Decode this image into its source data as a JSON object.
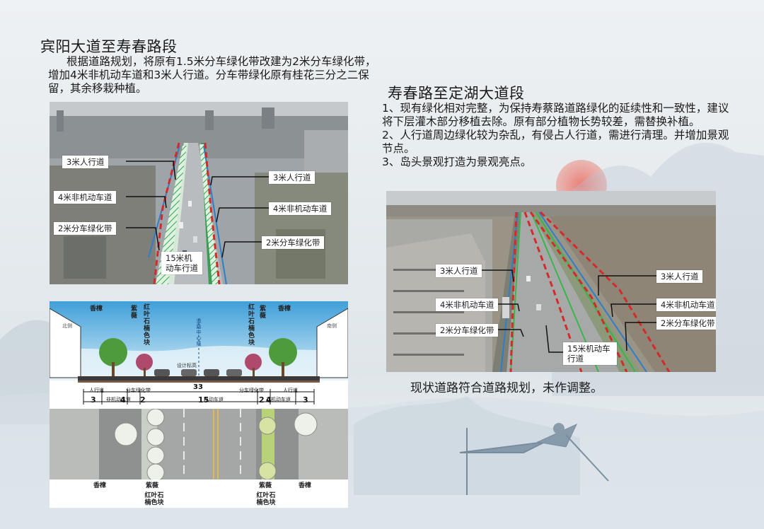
{
  "left": {
    "title": "宾阳大道至寿春路段",
    "desc": "根据道路规划，将原有1.5米分车绿化带改建为2米分车绿化带，增加4米非机动车道和3米人行道。分车带绿化原有桂花三分之二保留，其余移栽种植。",
    "photo_labels": {
      "l1": "3米人行道",
      "l2": "4米非机动车道",
      "l3": "2米分车绿化带",
      "r1": "3米人行道",
      "r2": "4米非机动车道",
      "r3": "2米分车绿化带",
      "center": "15米机动车行道"
    },
    "section": {
      "tree_left_1": "香樟",
      "tree_left_2": "紫薇",
      "tree_left_3": "红叶石楠色块",
      "center_label": "道路中心线",
      "tree_right_1": "红叶石楠色块",
      "tree_right_2": "紫薇",
      "tree_right_3": "香樟",
      "dir_left": "北侧",
      "dir_right": "南侧",
      "design_level": "设计标高",
      "total_width": "33",
      "band_sidewalk_l": "人行道",
      "band_green_l": "分车绿化带",
      "band_green_r": "分车绿化带",
      "band_sidewalk_r": "人行道",
      "band_nonmotor_l": "非机动车道",
      "band_motor": "机动车道",
      "band_nonmotor_r": "非机动车道",
      "w1": "3",
      "w2": "4",
      "w3": "2",
      "w4": "15",
      "w5": "2",
      "w6": "4",
      "w7": "3"
    },
    "plan": {
      "label_a": "香樟",
      "label_b": "紫薇",
      "label_c": "红叶石楠色块",
      "label_d": "紫薇",
      "label_e": "红叶石楠色块",
      "label_f": "香樟"
    }
  },
  "right": {
    "title": "寿春路至定湖大道段",
    "items": [
      "1、现有绿化相对完整，为保持寿蔡路道路绿化的延续性和一致性，建议将下层灌木部分移植去除。原有部分植物长势较差，需替换补植。",
      "2、人行道周边绿化较为杂乱，有侵占人行道，需进行清理。并增加景观节点。",
      "3、岛头景观打造为景观亮点。"
    ],
    "photo_labels": {
      "l1": "3米人行道",
      "l2": "4米非机动车道",
      "l3": "2米分车绿化带",
      "r1": "3米人行道",
      "r2": "4米非机动车道",
      "r3": "2米分车绿化带",
      "center": "15米机动车行道"
    },
    "caption": "现状道路符合道路规划，未作调整。"
  },
  "colors": {
    "dash_red": "#d42a2a",
    "green_band": "#3ab54a",
    "blue_line": "#2c7fc8",
    "sun": "#e3584e"
  }
}
